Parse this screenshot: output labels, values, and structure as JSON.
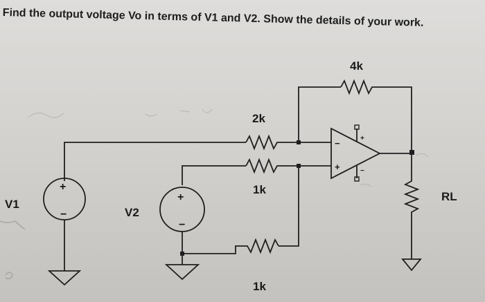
{
  "question": {
    "text": "Find the output voltage Vo in terms of V1 and V2. Show the details of your work."
  },
  "labels": {
    "r_feedback": "4k",
    "r_top_input": "2k",
    "r_mid_input": "1k",
    "r_bottom": "1k",
    "load": "RL",
    "source_1": "V1",
    "source_2": "V2"
  },
  "symbols": {
    "plus": "+",
    "minus": "−"
  }
}
